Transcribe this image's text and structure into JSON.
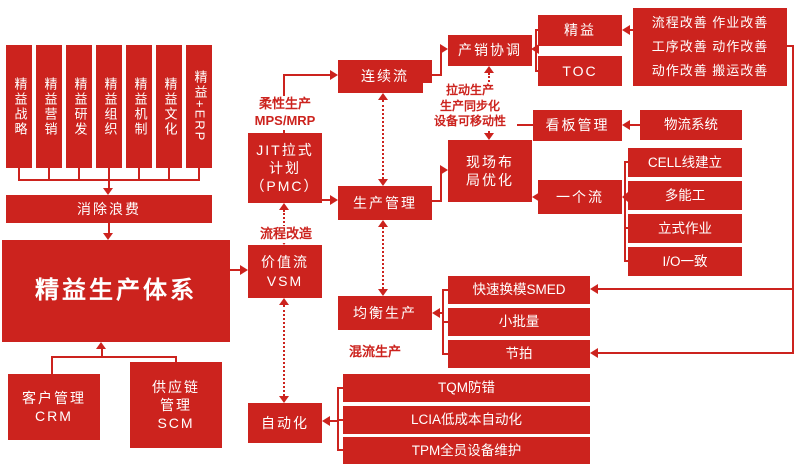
{
  "colors": {
    "accent_red": "#cc231e",
    "text_on_red": "#ffffff",
    "background": "#ffffff"
  },
  "pillars": [
    "精益战略",
    "精益营销",
    "精益研发",
    "精益组织",
    "精益机制",
    "精益文化",
    "精益+ERP"
  ],
  "nodes": {
    "eliminate_waste": "消除浪费",
    "core": "精益生产体系",
    "crm": "客户管理\nCRM",
    "scm": "供应链\n管理\nSCM",
    "jit": "JIT拉式\n计划\n（PMC）",
    "vsm": "价值流\nVSM",
    "automation": "自动化",
    "continuous_flow": "连续流",
    "production_mgmt": "生产管理",
    "leveled_production": "均衡生产",
    "sales_coordination": "产销协调",
    "layout_optimization": "现场布\n局优化",
    "smed": "快速换模SMED",
    "small_batch": "小批量",
    "takt": "节拍",
    "tqm": "TQM防错",
    "lcia": "LCIA低成本自动化",
    "tpm": "TPM全员设备维护",
    "lean": "精益",
    "toc": "TOC",
    "kanban": "看板管理",
    "one_piece_flow": "一个流",
    "improvements": "流程改善 作业改善\n工序改善 动作改善\n动作改善 搬运改善",
    "logistics": "物流系统",
    "cell_line": "CELL线建立",
    "multi_skill": "多能工",
    "standing_work": "立式作业",
    "io_consistency": "I/O一致"
  },
  "labels": {
    "flexible_production": "柔性生产\nMPS/MRP",
    "process_reform": "流程改造",
    "mixed_flow": "混流生产",
    "pull_production": "拉动生产\n生产同步化\n设备可移动性"
  }
}
